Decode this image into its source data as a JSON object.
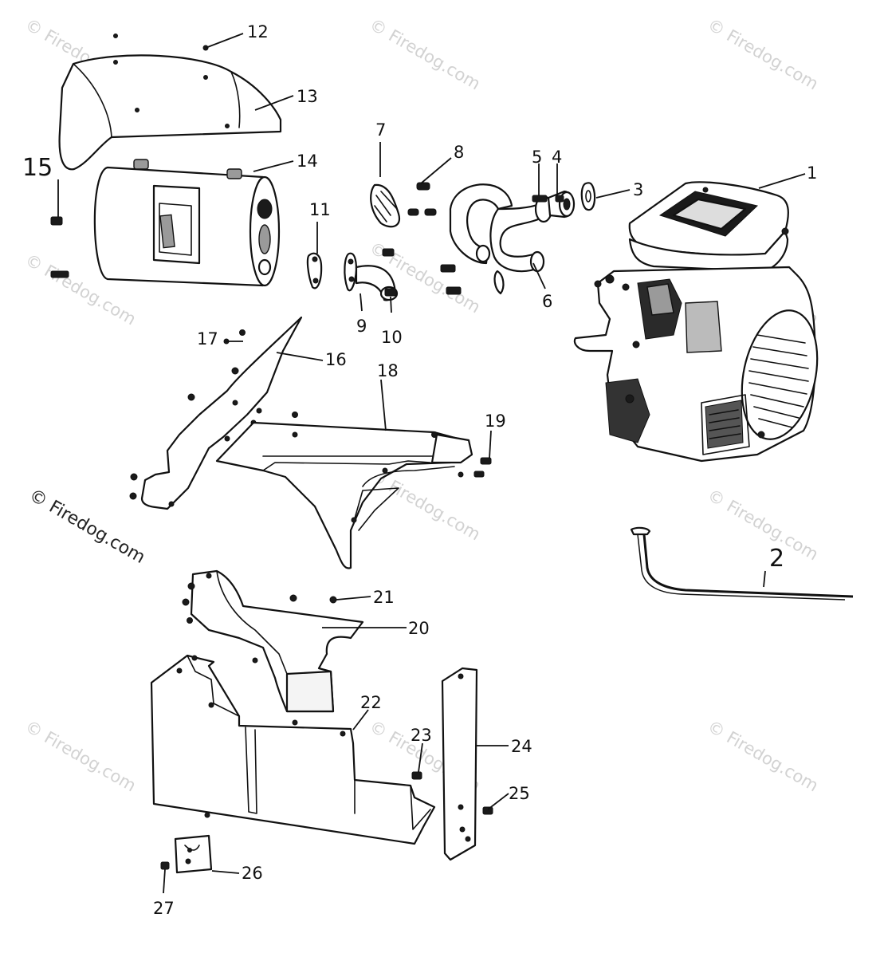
{
  "watermark": {
    "faded_text": "© Firedog.com",
    "prominent_text": "© Firedog.com"
  },
  "callouts": {
    "c1": "1",
    "c2": "2",
    "c3": "3",
    "c4": "4",
    "c5": "5",
    "c6": "6",
    "c7": "7",
    "c8": "8",
    "c9": "9",
    "c10": "10",
    "c11": "11",
    "c12": "12",
    "c13": "13",
    "c14": "14",
    "c15": "15",
    "c16": "16",
    "c17": "17",
    "c18": "18",
    "c19": "19",
    "c20": "20",
    "c21": "21",
    "c22": "22",
    "c23": "23",
    "c24": "24",
    "c25": "25",
    "c26": "26",
    "c27": "27"
  }
}
